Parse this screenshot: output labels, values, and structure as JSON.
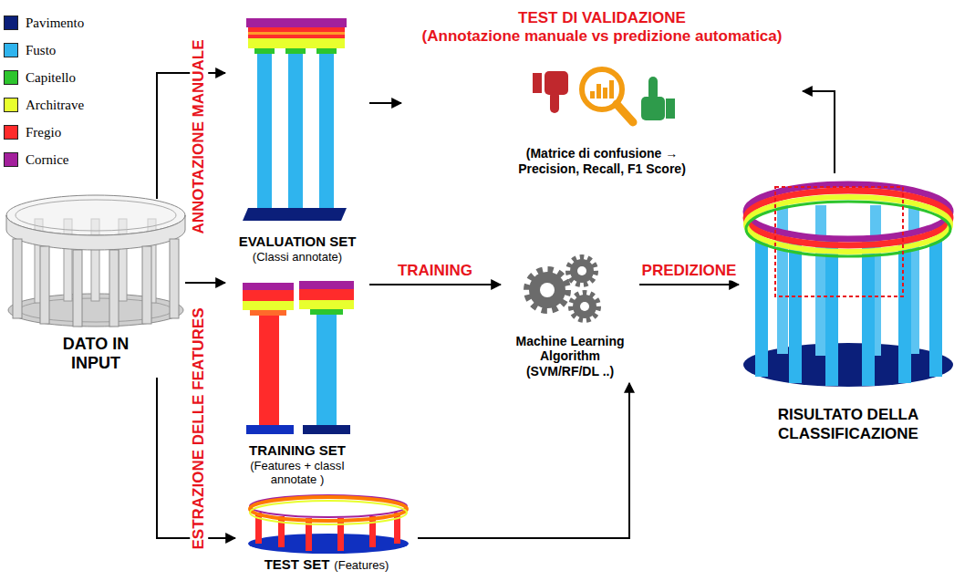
{
  "diagram": {
    "nodes": [
      {
        "text": [
          "DATO IN INPUT"
        ]
      },
      {
        "text": [
          "EVALUATION SET",
          "(Classi annotate)"
        ]
      },
      {
        "text": [
          "TRAINING SET",
          "(Features + classI annotate )"
        ]
      },
      {
        "text": [
          "TEST SET",
          "(Features)"
        ]
      },
      {
        "text": [
          "TEST DI VALIDAZIONE",
          "(Annotazione manuale vs predizione automatica)",
          "(Matrice di confusione → Precision, Recall, F1 Score)"
        ]
      },
      {
        "text": [
          "Machine Learning Algorithm (SVM/RF/DL ..)"
        ]
      },
      {
        "text": [
          "RISULTATO DELLA CLASSIFICAZIONE"
        ]
      }
    ],
    "edges": [
      {
        "from": 0,
        "to": 1,
        "arrow": "to"
      },
      {
        "from": 0,
        "to": 2,
        "arrow": "to"
      },
      {
        "from": 0,
        "to": 3,
        "arrow": "to"
      },
      {
        "from": 1,
        "to": 4,
        "arrow": "to"
      },
      {
        "from": 2,
        "to": 5,
        "label": "TRAINING",
        "arrow": "to"
      },
      {
        "from": 5,
        "to": 6,
        "label": "PREDIZIONE",
        "arrow": "to"
      },
      {
        "from": 3,
        "to": 5,
        "arrow": "to"
      },
      {
        "from": 6,
        "to": 4,
        "arrow": "to"
      }
    ],
    "labels": [
      "ANNOTAZIONE MANUALE",
      "ESTRAZIONE DELLE FEATURES"
    ],
    "legend": [
      {
        "text": "Pavimento",
        "color": "#0b1f7a"
      },
      {
        "text": "Fusto",
        "color": "#2fb4ee"
      },
      {
        "text": "Capitello",
        "color": "#2dc52d"
      },
      {
        "text": "Architrave",
        "color": "#e8ff2e"
      },
      {
        "text": "Fregio",
        "color": "#ff2b2b"
      },
      {
        "text": "Cornice",
        "color": "#a3209c"
      }
    ]
  }
}
